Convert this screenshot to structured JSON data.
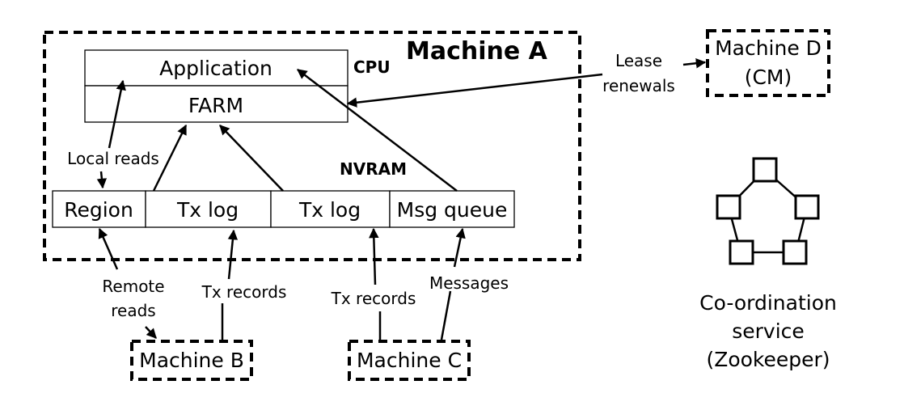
{
  "machine_a": {
    "title": "Machine A",
    "cpu_label": "CPU",
    "nvram_label": "NVRAM",
    "application": "Application",
    "farm": "FARM",
    "regions": [
      "Region",
      "Tx log",
      "Tx log",
      "Msg queue"
    ]
  },
  "machine_b": {
    "title": "Machine B"
  },
  "machine_c": {
    "title": "Machine C"
  },
  "machine_d": {
    "title_line1": "Machine D",
    "title_line2": "(CM)"
  },
  "labels": {
    "local_reads": "Local reads",
    "remote_reads_line1": "Remote",
    "remote_reads_line2": "reads",
    "tx_records_b": "Tx records",
    "tx_records_c": "Tx records",
    "messages": "Messages",
    "lease_line1": "Lease",
    "lease_line2": "renewals"
  },
  "coordination": {
    "line1": "Co-ordination",
    "line2": "service",
    "line3": "(Zookeeper)"
  }
}
